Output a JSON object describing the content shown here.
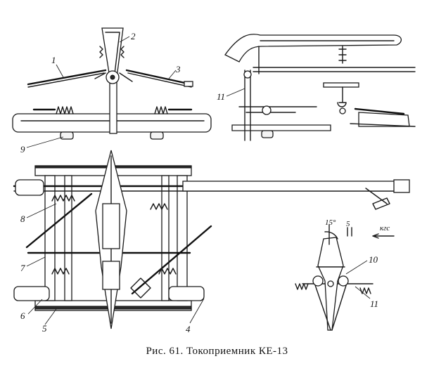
{
  "figure": {
    "caption": "Рис. 61. Токоприемник КЕ-13"
  },
  "callouts": {
    "n1": "1",
    "n2": "2",
    "n3": "3",
    "n4": "4",
    "n5": "5",
    "n6": "6",
    "n7": "7",
    "n8": "8",
    "n9": "9",
    "n10": "10",
    "n11a": "11",
    "n11b": "11"
  },
  "annotations": {
    "angle": "15°",
    "force_label": "кгс",
    "distance": "5"
  }
}
